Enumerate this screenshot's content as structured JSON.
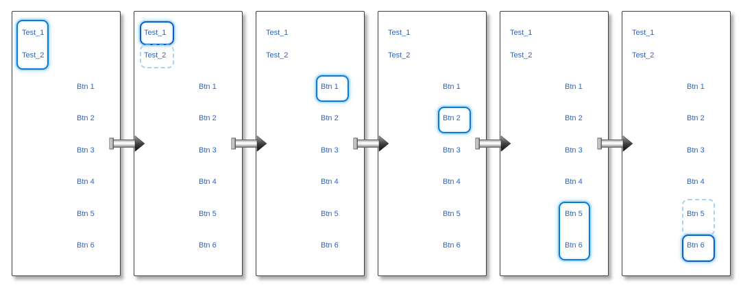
{
  "colors": {
    "label_text": "#2a64c6",
    "selection_solid": "#0c7ad0",
    "selection_solid_dark": "#0b5ec2",
    "selection_dashed": "#a9d2ee",
    "selection_glow": "#b0ddf6",
    "panel_border": "#3c3c3c"
  },
  "panels": [
    {
      "tests": [
        "Test_1",
        "Test_2"
      ],
      "buttons": [
        "Btn 1",
        "Btn 2",
        "Btn 3",
        "Btn 4",
        "Btn 5",
        "Btn 6"
      ],
      "selection": "solid box around Test_1 and Test_2 group"
    },
    {
      "tests": [
        "Test_1",
        "Test_2"
      ],
      "buttons": [
        "Btn 1",
        "Btn 2",
        "Btn 3",
        "Btn 4",
        "Btn 5",
        "Btn 6"
      ],
      "selection": "solid box around Test_1, dashed box around Test_2"
    },
    {
      "tests": [
        "Test_1",
        "Test_2"
      ],
      "buttons": [
        "Btn 1",
        "Btn 2",
        "Btn 3",
        "Btn 4",
        "Btn 5",
        "Btn 6"
      ],
      "selection": "solid box around Btn 1"
    },
    {
      "tests": [
        "Test_1",
        "Test_2"
      ],
      "buttons": [
        "Btn 1",
        "Btn 2",
        "Btn 3",
        "Btn 4",
        "Btn 5",
        "Btn 6"
      ],
      "selection": "solid box around Btn 2"
    },
    {
      "tests": [
        "Test_1",
        "Test_2"
      ],
      "buttons": [
        "Btn 1",
        "Btn 2",
        "Btn 3",
        "Btn 4",
        "Btn 5",
        "Btn 6"
      ],
      "selection": "solid box around Btn 5 and Btn 6 group"
    },
    {
      "tests": [
        "Test_1",
        "Test_2"
      ],
      "buttons": [
        "Btn 1",
        "Btn 2",
        "Btn 3",
        "Btn 4",
        "Btn 5",
        "Btn 6"
      ],
      "selection": "dashed box around Btn 5, solid box around Btn 6"
    }
  ]
}
